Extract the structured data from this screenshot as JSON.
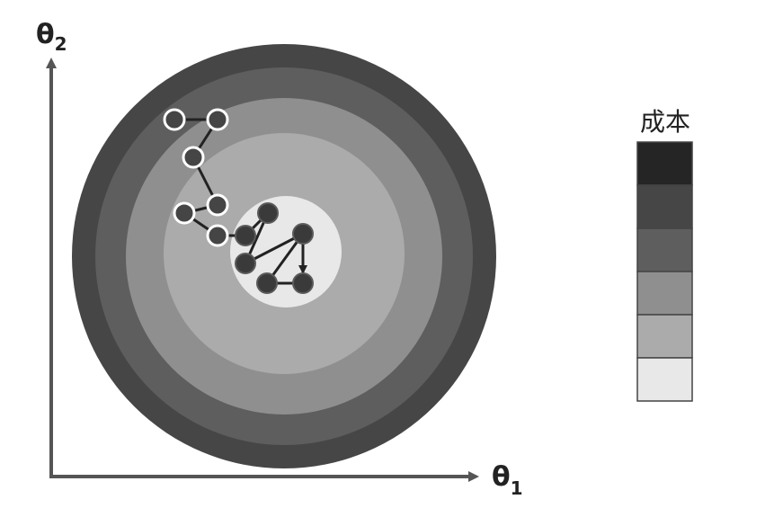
{
  "axes": {
    "y_label": "θ",
    "y_sub": "2",
    "x_label": "θ",
    "x_sub": "1"
  },
  "legend": {
    "title": "成本",
    "swatches": [
      "#252525",
      "#464646",
      "#5e5e5e",
      "#8f8f8f",
      "#ababab",
      "#e8e8e8"
    ]
  },
  "contours": {
    "colors": [
      "#464646",
      "#5e5e5e",
      "#8f8f8f",
      "#ababab",
      "#e8e8e8"
    ]
  },
  "path": {
    "steps": [
      {
        "i": 1,
        "tone": "light"
      },
      {
        "i": 2,
        "tone": "light"
      },
      {
        "i": 3,
        "tone": "light"
      },
      {
        "i": 4,
        "tone": "light"
      },
      {
        "i": 5,
        "tone": "light"
      },
      {
        "i": 6,
        "tone": "light"
      },
      {
        "i": 7,
        "tone": "dark"
      },
      {
        "i": 8,
        "tone": "dark"
      },
      {
        "i": 9,
        "tone": "dark"
      },
      {
        "i": 10,
        "tone": "dark"
      },
      {
        "i": 11,
        "tone": "dark"
      },
      {
        "i": 12,
        "tone": "dark"
      }
    ],
    "end_arrow": true
  }
}
